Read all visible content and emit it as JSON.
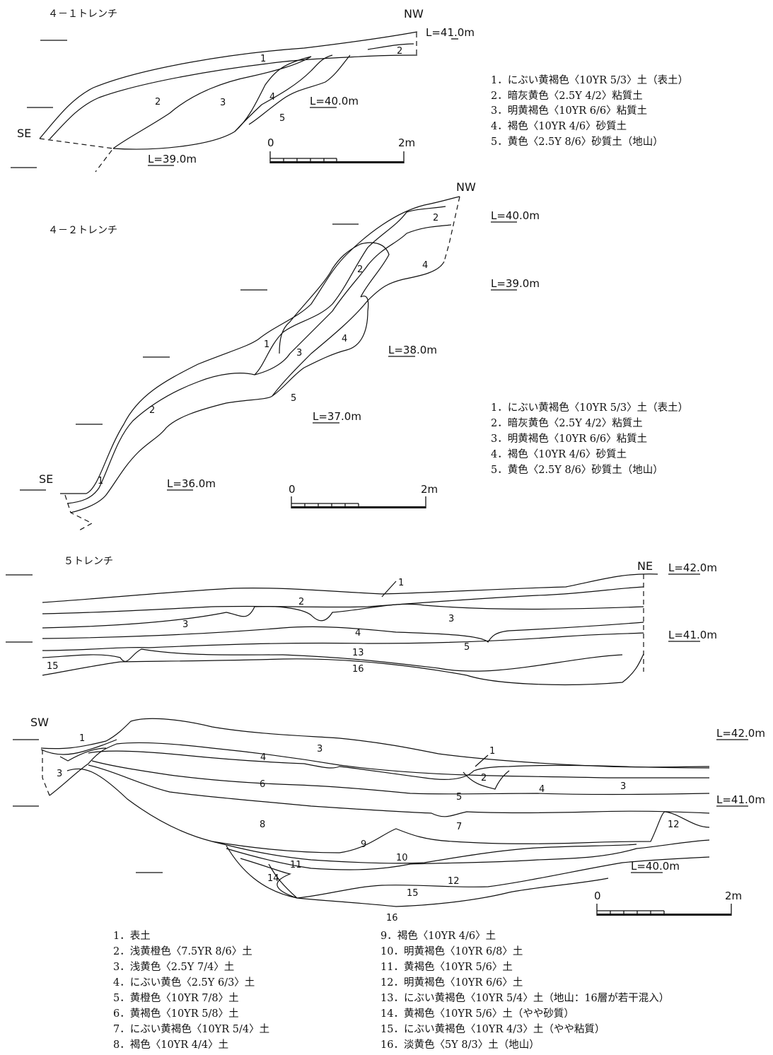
{
  "trench41": {
    "title": "４－１トレンチ",
    "dir_left": "SE",
    "dir_right": "NW",
    "elev": [
      "L=41.0m",
      "L=40.0m",
      "L=39.0m"
    ],
    "layer_nums": [
      "1",
      "2",
      "2",
      "3",
      "4",
      "5"
    ],
    "scale": {
      "zero": "0",
      "end": "2m"
    },
    "legend": [
      "1．にぶい黄褐色〈10YR 5/3〉土（表土）",
      "2．暗灰黄色〈2.5Y 4/2〉粘質土",
      "3．明黄褐色〈10YR 6/6〉粘質土",
      "4．褐色〈10YR 4/6〉砂質土",
      "5．黄色〈2.5Y 8/6〉砂質土（地山）"
    ]
  },
  "trench42": {
    "title": "４－２トレンチ",
    "dir_left": "SE",
    "dir_right": "NW",
    "elev": [
      "L=40.0m",
      "L=39.0m",
      "L=38.0m",
      "L=37.0m",
      "L=36.0m"
    ],
    "layer_nums": [
      "2",
      "2",
      "4",
      "1",
      "3",
      "4",
      "5",
      "2",
      "1"
    ],
    "scale": {
      "zero": "0",
      "end": "2m"
    },
    "legend": [
      "1．にぶい黄褐色〈10YR 5/3〉土（表土）",
      "2．暗灰黄色〈2.5Y 4/2〉粘質土",
      "3．明黄褐色〈10YR 6/6〉粘質土",
      "4．褐色〈10YR 4/6〉砂質土",
      "5．黄色〈2.5Y 8/6〉砂質土（地山）"
    ]
  },
  "trench5": {
    "title": "５トレンチ",
    "dir_ne": "NE",
    "dir_sw": "SW",
    "elev_top": [
      "L=42.0m",
      "L=41.0m"
    ],
    "elev_bottom": [
      "L=42.0m",
      "L=41.0m",
      "L=40.0m"
    ],
    "top_nums": [
      "1",
      "2",
      "3",
      "3",
      "4",
      "5",
      "13",
      "16",
      "15"
    ],
    "bottom_nums": [
      "1",
      "3",
      "3",
      "4",
      "1",
      "6",
      "2",
      "4",
      "3",
      "5",
      "7",
      "8",
      "12",
      "9",
      "10",
      "11",
      "14",
      "12",
      "15",
      "16"
    ],
    "scale": {
      "zero": "0",
      "end": "2m"
    },
    "legend_left": [
      "1．表土",
      "2．浅黄橙色〈7.5YR 8/6〉土",
      "3．浅黄色〈2.5Y 7/4〉土",
      "4．にぶい黄色〈2.5Y 6/3〉土",
      "5．黄橙色〈10YR 7/8〉土",
      "6．黄褐色〈10YR 5/8〉土",
      "7．にぶい黄褐色〈10YR 5/4〉土",
      "8．褐色〈10YR 4/4〉土"
    ],
    "legend_right": [
      "9．褐色〈10YR 4/6〉土",
      "10．明黄褐色〈10YR 6/8〉土",
      "11．黄褐色〈10YR 5/6〉土",
      "12．明黄褐色〈10YR 6/6〉土",
      "13．にぶい黄褐色〈10YR 5/4〉土（地山：16層が若干混入）",
      "14．黄褐色〈10YR 5/6〉土（やや砂質）",
      "15．にぶい黄褐色〈10YR 4/3〉土（やや粘質）",
      "16．淡黄色〈5Y 8/3〉土（地山）"
    ]
  }
}
